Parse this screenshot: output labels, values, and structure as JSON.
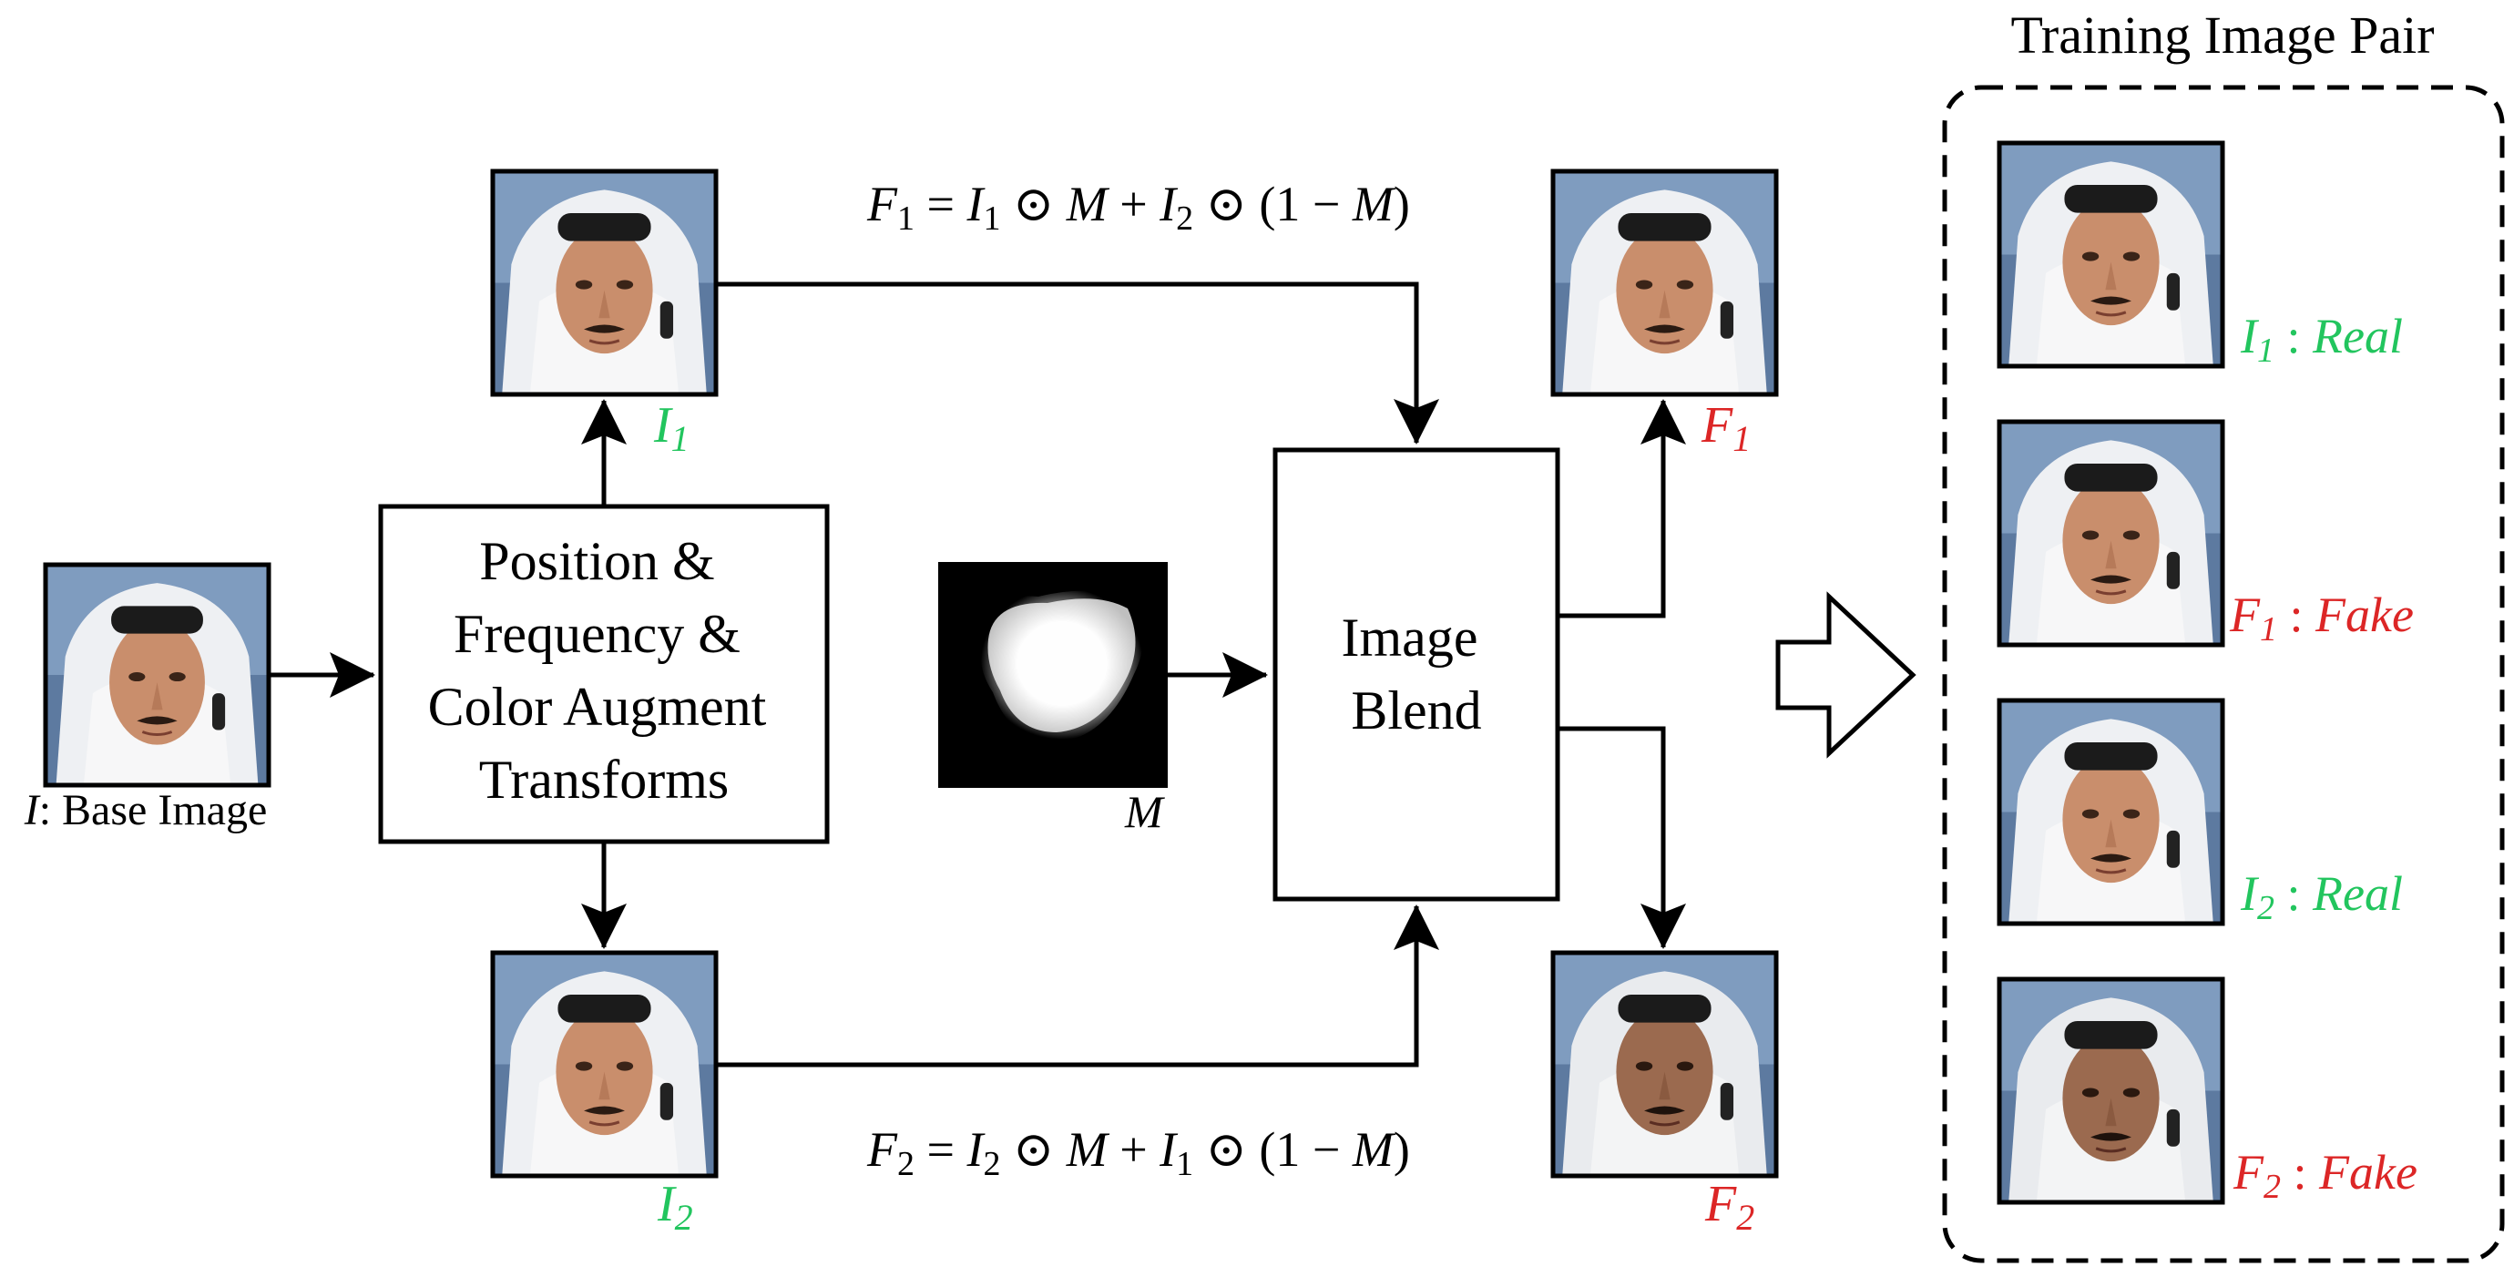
{
  "title": "Training Image Pair",
  "base_image": {
    "label_var": "I",
    "label_text": ": Base Image"
  },
  "transform_box": {
    "lines": [
      "Position &",
      "Frequency &",
      "Color Augment",
      "Transforms"
    ]
  },
  "blend_box": {
    "lines": [
      "Image",
      "Blend"
    ]
  },
  "mask": {
    "label": "M"
  },
  "images": {
    "i1": {
      "var": "I",
      "sub": "1",
      "color": "#22c55e"
    },
    "i2": {
      "var": "I",
      "sub": "2",
      "color": "#22c55e"
    },
    "f1": {
      "var": "F",
      "sub": "1",
      "color": "#dc2626"
    },
    "f2": {
      "var": "F",
      "sub": "2",
      "color": "#dc2626"
    }
  },
  "equations": {
    "f1": {
      "lhs": "F",
      "lhs_sub": "1",
      "a": "I",
      "a_sub": "1",
      "b": "I",
      "b_sub": "2",
      "m": "M"
    },
    "f2": {
      "lhs": "F",
      "lhs_sub": "2",
      "a": "I",
      "a_sub": "2",
      "b": "I",
      "b_sub": "1",
      "m": "M"
    }
  },
  "pair": [
    {
      "var": "I",
      "sub": "1",
      "word": "Real",
      "color": "#22c55e"
    },
    {
      "var": "F",
      "sub": "1",
      "word": "Fake",
      "color": "#dc2626"
    },
    {
      "var": "I",
      "sub": "2",
      "word": "Real",
      "color": "#22c55e"
    },
    {
      "var": "F",
      "sub": "2",
      "word": "Fake",
      "color": "#dc2626"
    }
  ],
  "colors": {
    "real": "#22c55e",
    "fake": "#dc2626",
    "stroke": "#000000"
  }
}
